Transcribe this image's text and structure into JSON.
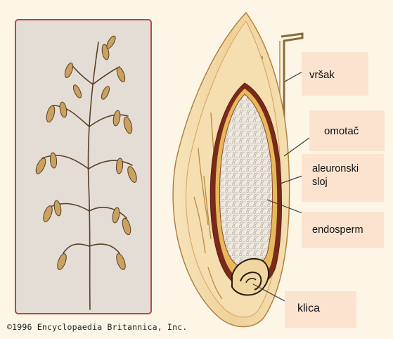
{
  "labels": {
    "vrsak": "vršak",
    "omotac": "omotač",
    "aleuronski_line1": "aleuronski",
    "aleuronski_line2": "sloj",
    "endosperm": "endosperm",
    "klica": "klica"
  },
  "copyright": "©1996 Encyclopaedia Britannica, Inc.",
  "colors": {
    "label_bg": "#fbe3d0",
    "panel_bg": "#e4ddd5",
    "panel_border": "#b5484a",
    "husk": "#f1d7a4",
    "bran": "#7a2a1a",
    "endosperm": "#efe9df"
  }
}
